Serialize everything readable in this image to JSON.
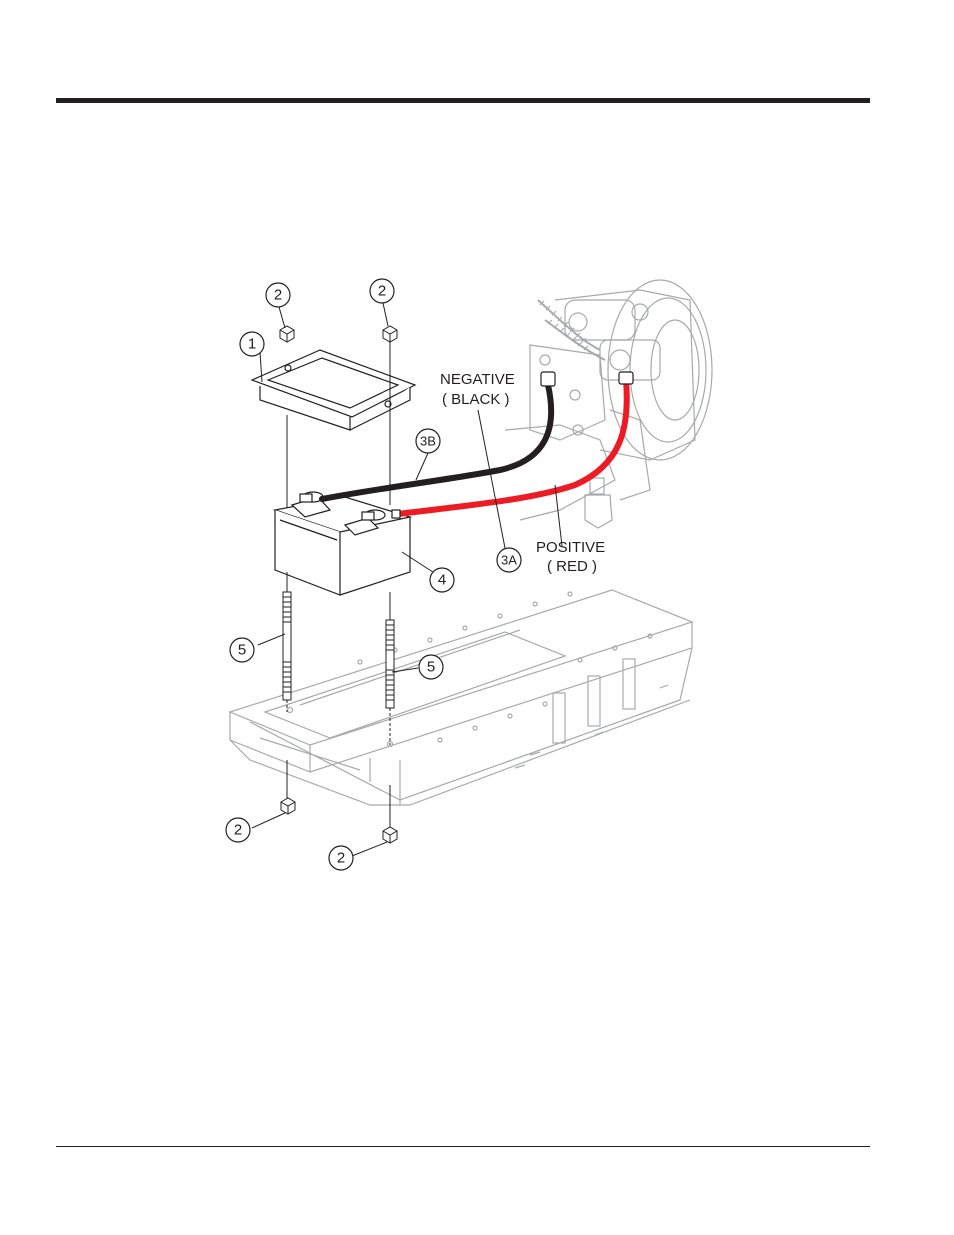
{
  "diagram": {
    "callouts": {
      "nut_top_left": "2",
      "nut_top_right": "2",
      "hold_down": "1",
      "cable_negative": "3B",
      "cable_positive": "3A",
      "battery": "4",
      "rod_left": "5",
      "rod_right": "5",
      "nut_bottom_left": "2",
      "nut_bottom_right": "2"
    },
    "cable_labels": {
      "negative_line1": "NEGATIVE",
      "negative_line2": "( BLACK )",
      "positive_line1": "POSITIVE",
      "positive_line2": "( RED )"
    },
    "colors": {
      "line": "#231f20",
      "faded_line": "#a7a9ac",
      "negative_cable": "#231f20",
      "positive_cable": "#ed1c24"
    }
  }
}
